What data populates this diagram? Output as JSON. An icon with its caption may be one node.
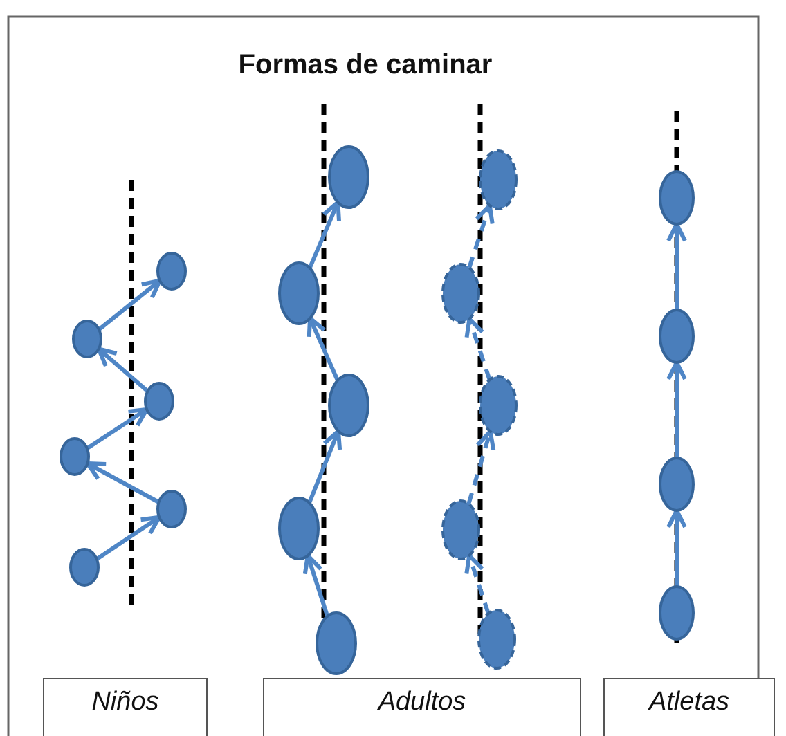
{
  "diagram": {
    "title": "Formas de caminar",
    "nodes": [
      {
        "text": [],
        "shape": "ellipse"
      },
      {
        "text": [],
        "shape": "ellipse"
      },
      {
        "text": [],
        "shape": "ellipse"
      },
      {
        "text": [],
        "shape": "ellipse"
      },
      {
        "text": [],
        "shape": "ellipse"
      },
      {
        "text": [],
        "shape": "ellipse"
      },
      {
        "text": [],
        "shape": "ellipse"
      },
      {
        "text": [],
        "shape": "ellipse"
      },
      {
        "text": [],
        "shape": "ellipse"
      },
      {
        "text": [],
        "shape": "ellipse"
      },
      {
        "text": [],
        "shape": "ellipse"
      },
      {
        "text": [],
        "shape": "ellipse"
      },
      {
        "text": [],
        "shape": "ellipse"
      },
      {
        "text": [],
        "shape": "ellipse"
      },
      {
        "text": [],
        "shape": "ellipse"
      },
      {
        "text": [],
        "shape": "ellipse"
      },
      {
        "text": [],
        "shape": "ellipse"
      },
      {
        "text": [],
        "shape": "ellipse"
      },
      {
        "text": [],
        "shape": "ellipse"
      },
      {
        "text": [],
        "shape": "ellipse"
      },
      {
        "text": [
          "Niños"
        ]
      },
      {
        "text": [
          "Adultos"
        ]
      },
      {
        "text": [
          "Atletas"
        ]
      }
    ],
    "edges": [
      {
        "from": 0,
        "to": 1,
        "arrow": "to"
      },
      {
        "from": 1,
        "to": 2,
        "arrow": "to"
      },
      {
        "from": 2,
        "to": 3,
        "arrow": "to"
      },
      {
        "from": 3,
        "to": 4,
        "arrow": "to"
      },
      {
        "from": 4,
        "to": 5,
        "arrow": "to"
      },
      {
        "from": 6,
        "to": 7,
        "arrow": "to"
      },
      {
        "from": 7,
        "to": 8,
        "arrow": "to"
      },
      {
        "from": 8,
        "to": 9,
        "arrow": "to"
      },
      {
        "from": 9,
        "to": 10,
        "arrow": "to"
      },
      {
        "from": 11,
        "to": 12,
        "arrow": "to",
        "style": "dashed"
      },
      {
        "from": 12,
        "to": 13,
        "arrow": "to",
        "style": "dashed"
      },
      {
        "from": 13,
        "to": 14,
        "arrow": "to",
        "style": "dashed"
      },
      {
        "from": 14,
        "to": 15,
        "arrow": "to",
        "style": "dashed"
      },
      {
        "from": 16,
        "to": 17,
        "arrow": "to"
      },
      {
        "from": 17,
        "to": 18,
        "arrow": "to"
      },
      {
        "from": 18,
        "to": 19,
        "arrow": "to"
      }
    ]
  }
}
